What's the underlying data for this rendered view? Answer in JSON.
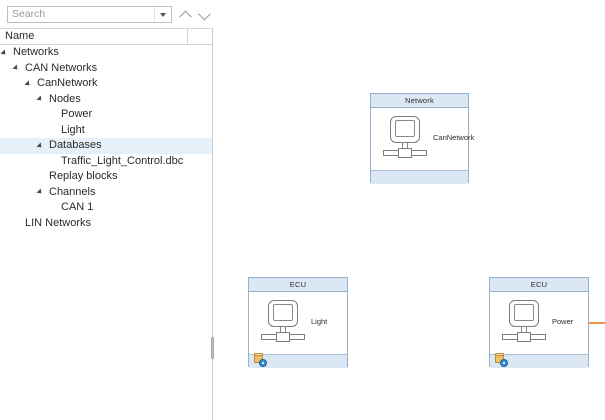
{
  "search": {
    "placeholder": "Search",
    "value": "",
    "dropdown_icon": "chevron-down-icon",
    "prev_icon": "chevron-up-icon",
    "next_icon": "chevron-down-icon"
  },
  "tree_panel": {
    "column_header": "Name",
    "items": [
      {
        "label": "Networks",
        "depth": 0,
        "expanded": true,
        "selected": false
      },
      {
        "label": "CAN Networks",
        "depth": 1,
        "expanded": true,
        "selected": false
      },
      {
        "label": "CanNetwork",
        "depth": 2,
        "expanded": true,
        "selected": false
      },
      {
        "label": "Nodes",
        "depth": 3,
        "expanded": true,
        "selected": false
      },
      {
        "label": "Power",
        "depth": 4,
        "expanded": false,
        "selected": false
      },
      {
        "label": "Light",
        "depth": 4,
        "expanded": false,
        "selected": false
      },
      {
        "label": "Databases",
        "depth": 3,
        "expanded": true,
        "selected": true
      },
      {
        "label": "Traffic_Light_Control.dbc",
        "depth": 4,
        "expanded": false,
        "selected": false
      },
      {
        "label": "Replay blocks",
        "depth": 3,
        "expanded": false,
        "selected": false
      },
      {
        "label": "Channels",
        "depth": 3,
        "expanded": true,
        "selected": false
      },
      {
        "label": "CAN 1",
        "depth": 4,
        "expanded": false,
        "selected": false
      },
      {
        "label": "LIN Networks",
        "depth": 1,
        "expanded": false,
        "selected": false
      }
    ]
  },
  "diagram": {
    "nodes": [
      {
        "id": "network-node",
        "header": "Network",
        "caption": "CanNetwork",
        "icon": "computer-icon",
        "has_database_icon": false
      },
      {
        "id": "ecu-light",
        "header": "ECU",
        "caption": "Light",
        "icon": "computer-icon",
        "has_database_icon": true
      },
      {
        "id": "ecu-power",
        "header": "ECU",
        "caption": "Power",
        "icon": "computer-icon",
        "has_database_icon": true
      }
    ],
    "connection_color": "#f1954e",
    "header_color": "#dbe7f3",
    "border_color": "#93b0cd"
  }
}
